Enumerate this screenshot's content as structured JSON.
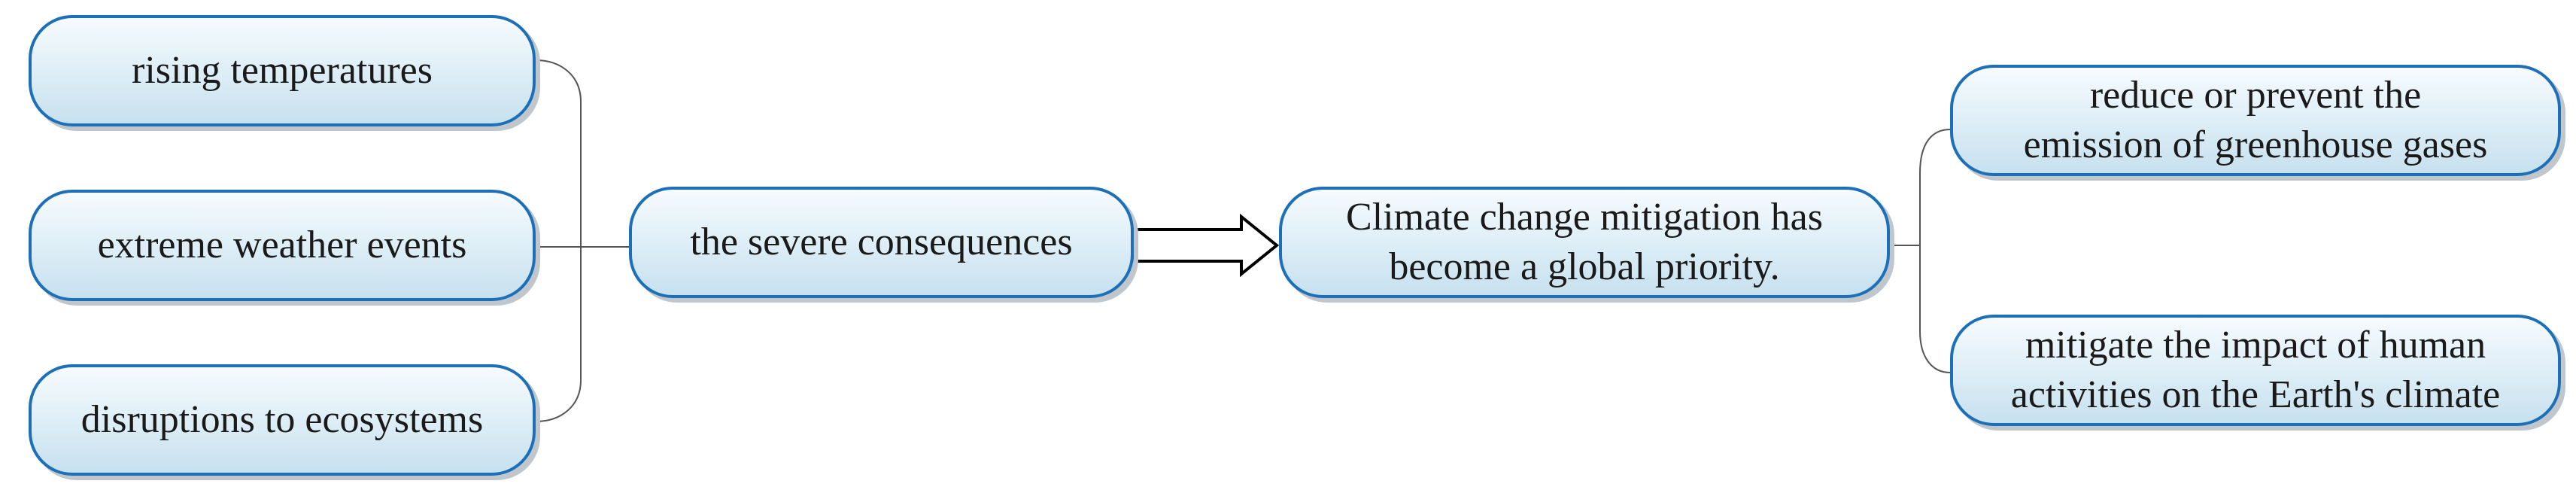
{
  "diagram": {
    "causes": [
      "rising temperatures",
      "extreme weather events",
      "disruptions to ecosystems"
    ],
    "consequence": "the severe consequences",
    "priority": "Climate change mitigation has\nbecome a global priority.",
    "actions": [
      "reduce or prevent the\nemission of greenhouse gases",
      "mitigate the impact of human\nactivities on the Earth's climate"
    ],
    "colors": {
      "node_border": "#1d6fb8",
      "node_fill_top": "#f6fbfe",
      "node_fill_bottom": "#c7e1ee",
      "shadow": "#bfc6cc",
      "connector": "#555555"
    }
  }
}
